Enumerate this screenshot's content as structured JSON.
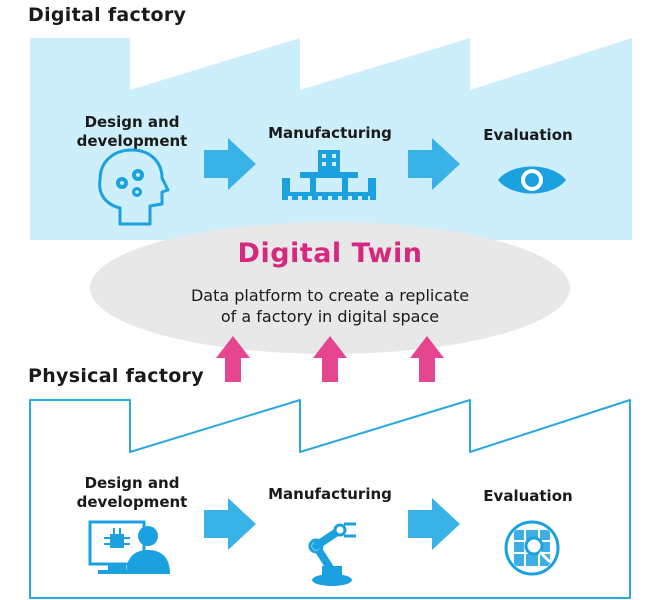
{
  "digital_factory": {
    "title": "Digital factory",
    "stages": {
      "design": "Design and development",
      "manufacturing": "Manufacturing",
      "evaluation": "Evaluation"
    }
  },
  "digital_twin": {
    "title": "Digital Twin",
    "description_line1": "Data platform to create a replicate",
    "description_line2": "of a factory in digital space"
  },
  "physical_factory": {
    "title": "Physical factory",
    "stages": {
      "design": "Design and development",
      "manufacturing": "Manufacturing",
      "evaluation": "Evaluation"
    }
  },
  "colors": {
    "digital_fill": "#cdeefb",
    "physical_stroke": "#29a8e0",
    "icon_blue": "#1ba1df",
    "arrow_blue": "#39b3e7",
    "twin_pink": "#d6287f",
    "ellipse_gray": "#e8e8e8"
  }
}
